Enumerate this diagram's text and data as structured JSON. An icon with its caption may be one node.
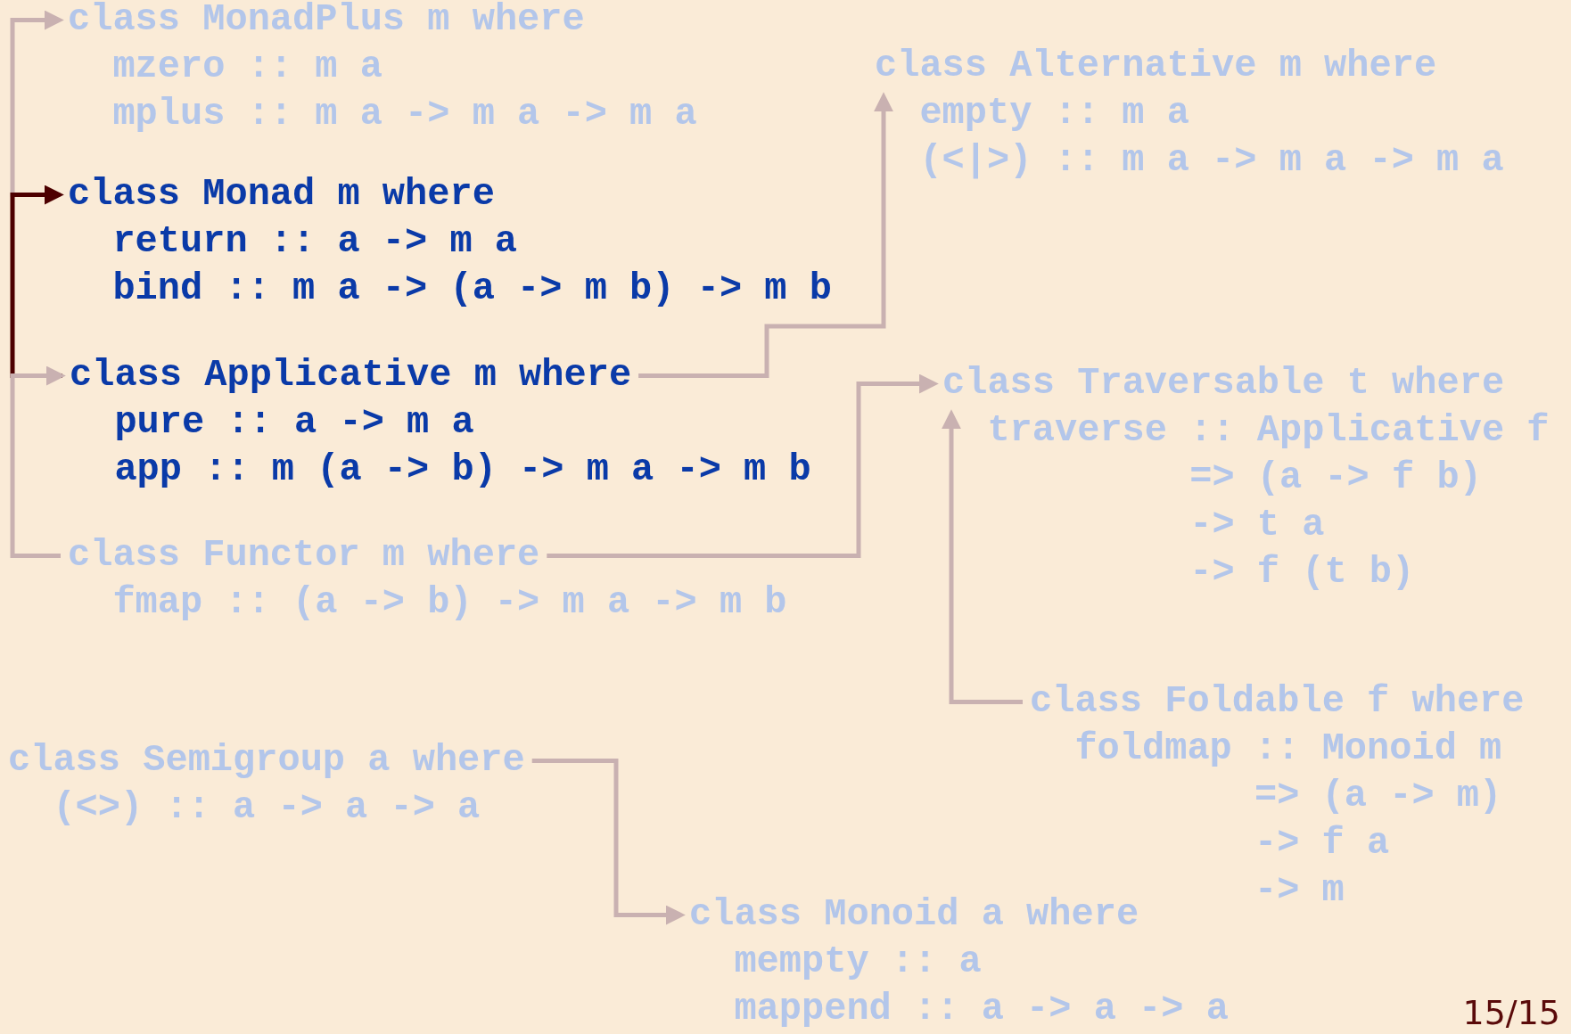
{
  "diagram": {
    "nodes": [
      {
        "text": [
          "class MonadPlus m where",
          "mzero :: m a",
          "mplus :: m a -> m a -> m a"
        ]
      },
      {
        "text": [
          "class Alternative m where",
          "empty :: m a",
          "(<|>) :: m a -> m a -> m a"
        ]
      },
      {
        "text": [
          "class Monad m where",
          "return :: a -> m a",
          "bind :: m a -> (a -> m b) -> m b"
        ]
      },
      {
        "text": [
          "class Applicative m where",
          "pure :: a -> m a",
          "app :: m (a -> b) -> m a -> m b"
        ]
      },
      {
        "text": [
          "class Traversable t where",
          "traverse :: Applicative f",
          "=> (a -> f b)",
          "-> t a",
          "-> f (t b)"
        ]
      },
      {
        "text": [
          "class Functor m where",
          "fmap :: (a -> b) -> m a -> m b"
        ]
      },
      {
        "text": [
          "class Foldable f where",
          "foldmap :: Monoid m",
          "=> (a -> m)",
          "-> f a",
          "-> m"
        ]
      },
      {
        "text": [
          "class Semigroup a where",
          "(<>) :: a -> a -> a"
        ]
      },
      {
        "text": [
          "class Monoid a where",
          "mempty :: a",
          "mappend :: a -> a -> a"
        ]
      }
    ],
    "edges": [
      {
        "from": 2,
        "to": 0,
        "arrow": "to"
      },
      {
        "from": 3,
        "to": 2,
        "arrow": "to",
        "color": "#4d0000"
      },
      {
        "from": 5,
        "to": 3,
        "arrow": "to"
      },
      {
        "from": 3,
        "to": 1,
        "arrow": "to"
      },
      {
        "from": 5,
        "to": 4,
        "arrow": "to"
      },
      {
        "from": 6,
        "to": 4,
        "arrow": "to"
      },
      {
        "from": 7,
        "to": 8,
        "arrow": "to"
      }
    ],
    "labels": [
      "15/15"
    ]
  }
}
